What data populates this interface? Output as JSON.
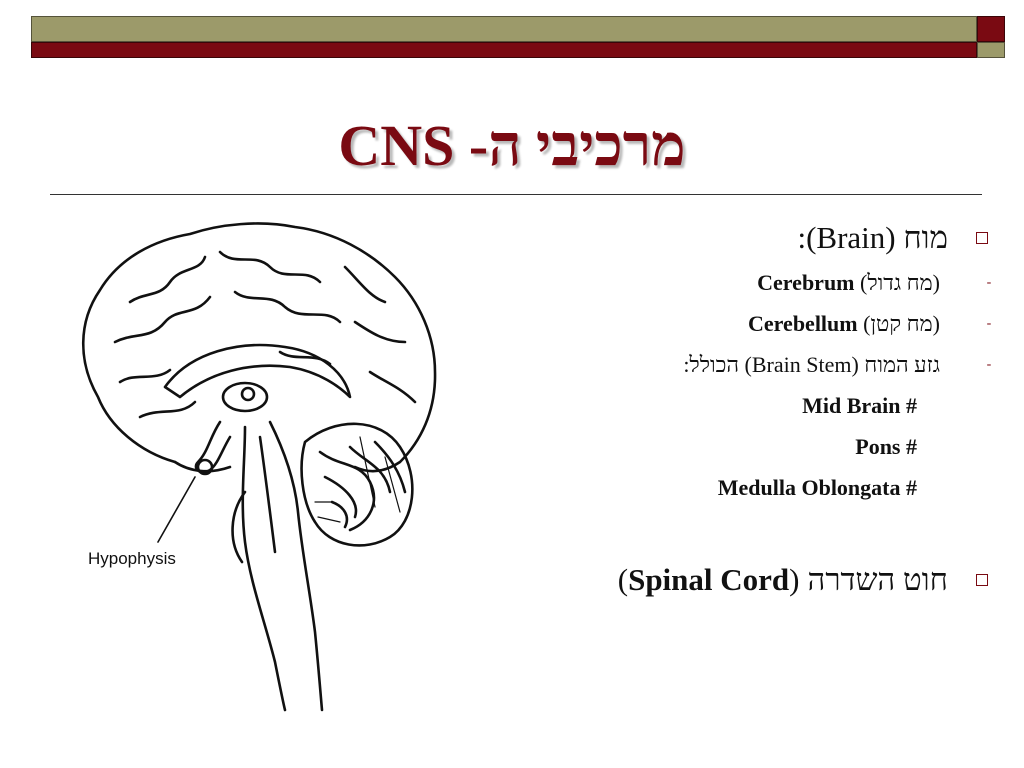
{
  "slide": {
    "title": "מרכיבי ה- CNS",
    "bullets": [
      {
        "text": "מוח (Brain):"
      },
      {
        "text": "Spinal Cord) חוט השדרה)"
      }
    ],
    "brain_sub": [
      {
        "bold": "Cerebrum",
        "rest": " (מח גדול)"
      },
      {
        "bold": "Cerebellum",
        "rest": " (מח קטן)"
      },
      {
        "bold": "",
        "rest": "גזע המוח (Brain Stem) הכולל:"
      }
    ],
    "stem_parts": [
      "Mid Brain #",
      "Pons #",
      "Medulla Oblongata #"
    ],
    "spinal": {
      "heb": "חוט השדרה",
      "open": " (",
      "bold": "Spinal Cord",
      "close": ")"
    },
    "diagram_label": "Hypophysis"
  },
  "colors": {
    "accent": "#7a0a12",
    "band_olive": "#9c9a6a"
  }
}
